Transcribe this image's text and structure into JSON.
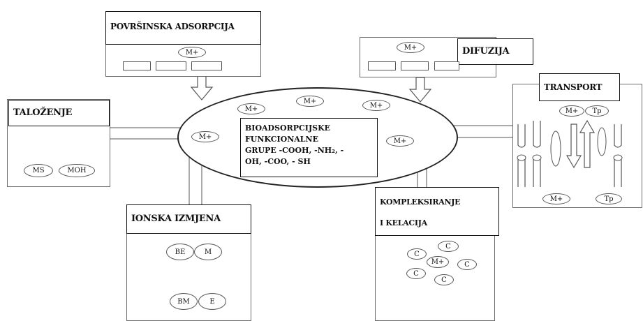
{
  "labels": {
    "povrsinska": "POVRŠINSKA ADSORPCIJA",
    "difuzija": "DIFUZIJA",
    "transport": "TRANSPORT",
    "talozenje": "TALOŽENJE",
    "ionska": "IONSKA IZMJENA",
    "kompleksiranje_1": "KOMPLEKSIRANJE",
    "kompleksiranje_2": "I KELACIJA",
    "center_line1": "BIOADSORPCIJSKE",
    "center_line2": "FUNKCIONALNE",
    "center_line3": "GRUPE -COOH, -NH₂, -",
    "center_line4": "OH, -COO, - SH"
  },
  "species": {
    "metal_ion": "M+",
    "ms": "MS",
    "moh": "MOH",
    "be": "BE",
    "m": "M",
    "bm": "BM",
    "e": "E",
    "c": "C",
    "tp": "Tp"
  },
  "colors": {
    "line": "#555555",
    "border": "#111111",
    "background": "#ffffff"
  }
}
